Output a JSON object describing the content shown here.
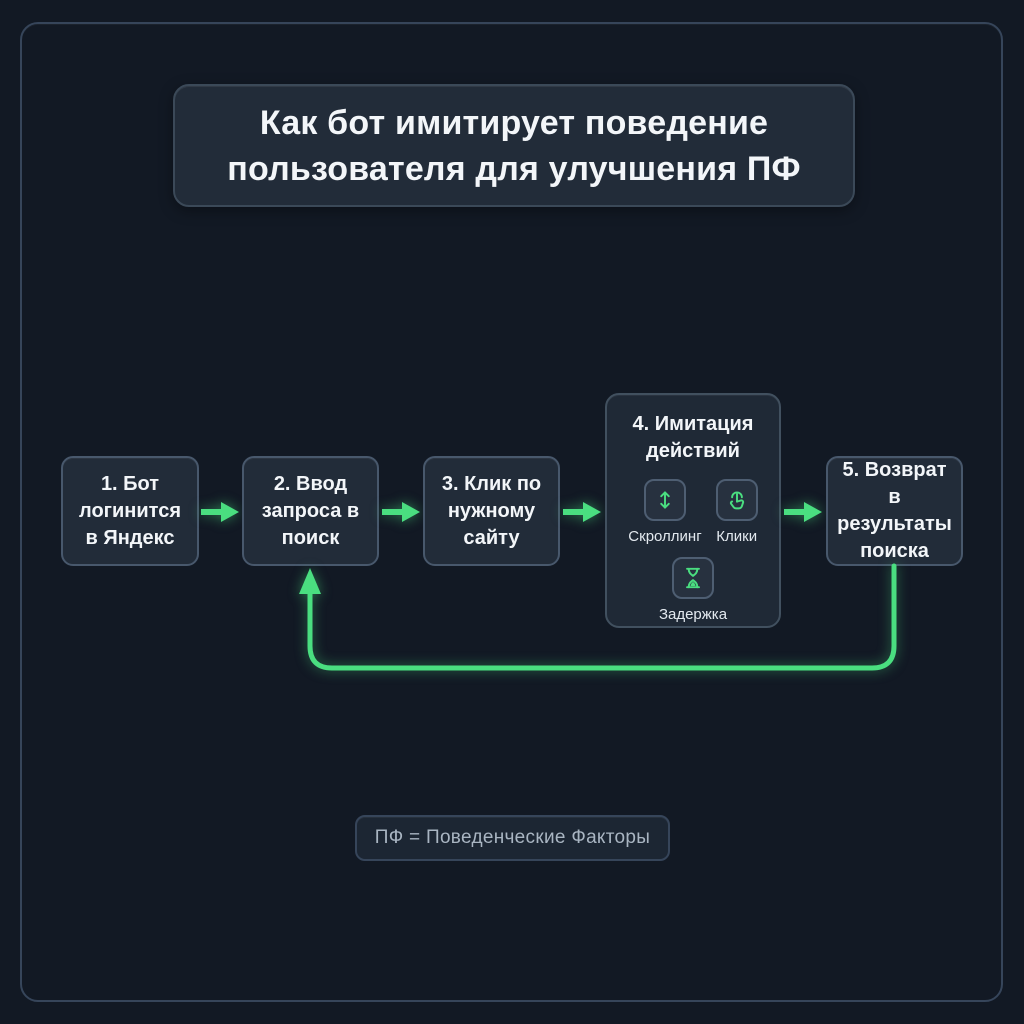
{
  "diagram": {
    "title": "Как бот имитирует поведение пользователя для улучшения ПФ",
    "steps": [
      {
        "id": 1,
        "label": "1. Бот логинится в Яндекс"
      },
      {
        "id": 2,
        "label": "2. Ввод запроса в поиск"
      },
      {
        "id": 3,
        "label": "3. Клик по нужному сайту"
      },
      {
        "id": 4,
        "label": "4. Имитация действий",
        "actions": [
          {
            "label": "Скроллинг",
            "icon": "scroll-vertical-icon"
          },
          {
            "label": "Клики",
            "icon": "tap-icon"
          },
          {
            "label": "Задержка",
            "icon": "hourglass-icon"
          }
        ]
      },
      {
        "id": 5,
        "label": "5. Возврат в результаты поиска"
      }
    ],
    "loop": {
      "from_step": 5,
      "to_step": 2
    },
    "footer_note": "ПФ = Поведенческие Факторы",
    "colors": {
      "background": "#121924",
      "card_background": "#222c39",
      "card_border": "#48586c",
      "accent_green": "#4ade80",
      "text_primary": "#f3f6f9",
      "text_muted": "#a9b5c2"
    }
  }
}
